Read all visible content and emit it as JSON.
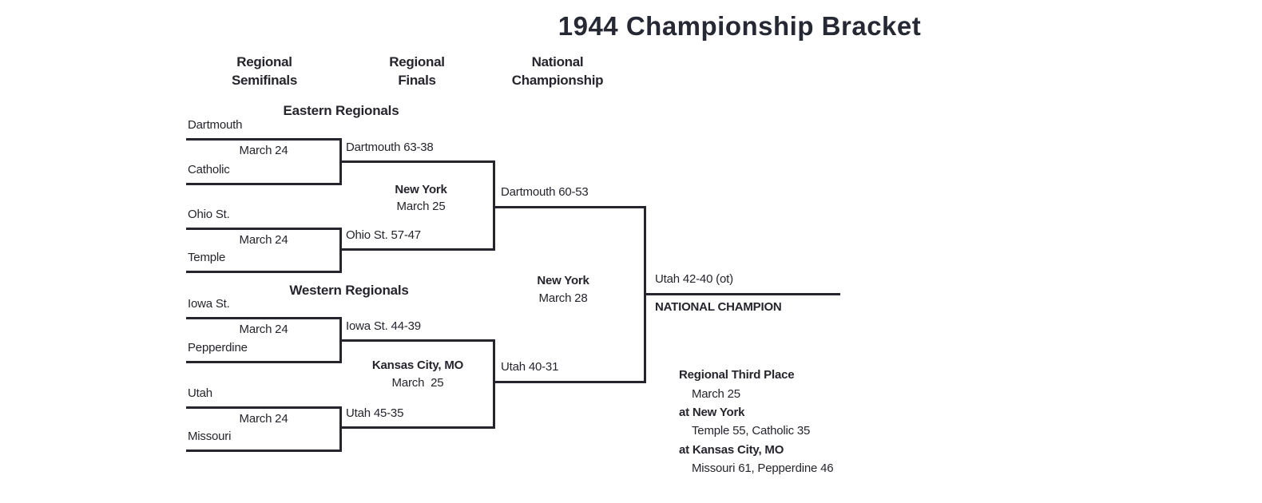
{
  "title": "1944 Championship Bracket",
  "round_headers": [
    {
      "line1": "Regional",
      "line2": "Semifinals"
    },
    {
      "line1": "Regional",
      "line2": "Finals"
    },
    {
      "line1": "National",
      "line2": "Championship"
    }
  ],
  "east": {
    "heading": "Eastern Regionals",
    "semifinals": [
      {
        "team_top": "Dartmouth",
        "date": "March 24",
        "team_bottom": "Catholic",
        "winner": "Dartmouth 63-38"
      },
      {
        "team_top": "Ohio St.",
        "date": "March 24",
        "team_bottom": "Temple",
        "winner": "Ohio St. 57-47"
      }
    ],
    "final": {
      "site": "New York",
      "date": "March 25",
      "winner": "Dartmouth 60-53"
    }
  },
  "west": {
    "heading": "Western Regionals",
    "semifinals": [
      {
        "team_top": "Iowa St.",
        "date": "March 24",
        "team_bottom": "Pepperdine",
        "winner": "Iowa St. 44-39"
      },
      {
        "team_top": "Utah",
        "date": "March 24",
        "team_bottom": "Missouri",
        "winner": "Utah 45-35"
      }
    ],
    "final": {
      "site": "Kansas City, MO",
      "date": "March  25",
      "winner": "Utah 40-31"
    }
  },
  "championship": {
    "site": "New York",
    "date": "March 28",
    "result": "Utah 42-40 (ot)",
    "champion_label": "NATIONAL CHAMPION"
  },
  "third_place": {
    "heading": "Regional Third Place",
    "date": "March 25",
    "games": [
      {
        "site": "at New York",
        "result": "Temple 55, Catholic 35"
      },
      {
        "site": "at Kansas City, MO",
        "result": "Missouri 61, Pepperdine 46"
      }
    ]
  }
}
